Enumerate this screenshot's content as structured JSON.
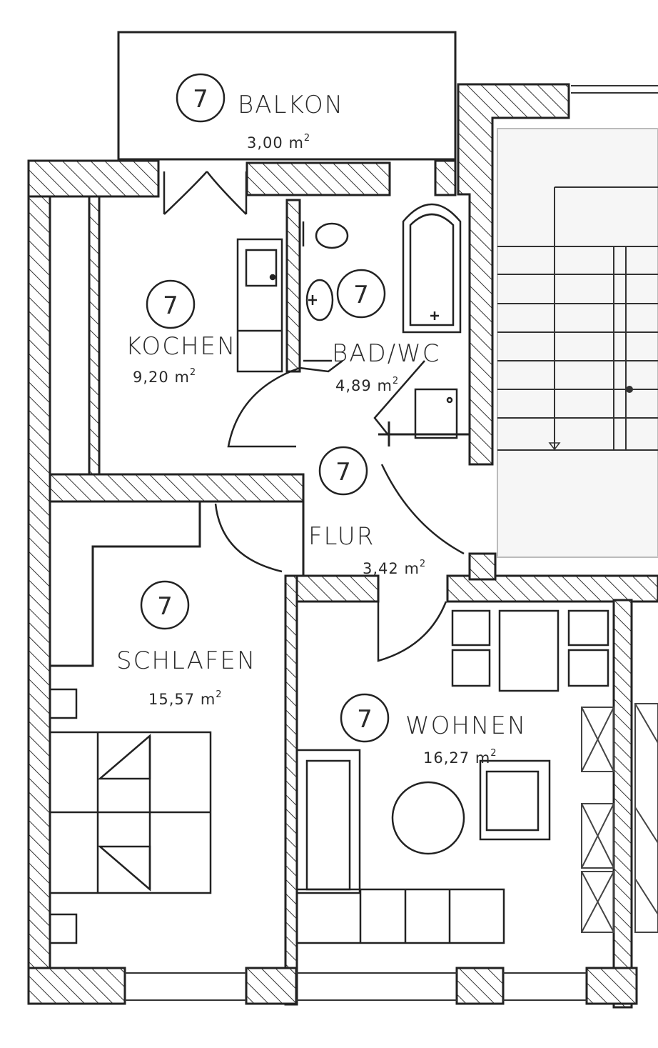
{
  "rooms": [
    {
      "id": "balkon",
      "badge": "7",
      "name": "BALKON",
      "area": "3,00",
      "unit": "m",
      "exp": "2"
    },
    {
      "id": "kochen",
      "badge": "7",
      "name": "KOCHEN",
      "area": "9,20",
      "unit": "m",
      "exp": "2"
    },
    {
      "id": "bad",
      "badge": "7",
      "name": "BAD/WC",
      "area": "4,89",
      "unit": "m",
      "exp": "2"
    },
    {
      "id": "flur",
      "badge": "7",
      "name": "FLUR",
      "area": "3,42",
      "unit": "m",
      "exp": "2"
    },
    {
      "id": "schlafen",
      "badge": "7",
      "name": "SCHLAFEN",
      "area": "15,57",
      "unit": "m",
      "exp": "2"
    },
    {
      "id": "wohnen",
      "badge": "7",
      "name": "WOHNEN",
      "area": "16,27",
      "unit": "m",
      "exp": "2"
    }
  ]
}
